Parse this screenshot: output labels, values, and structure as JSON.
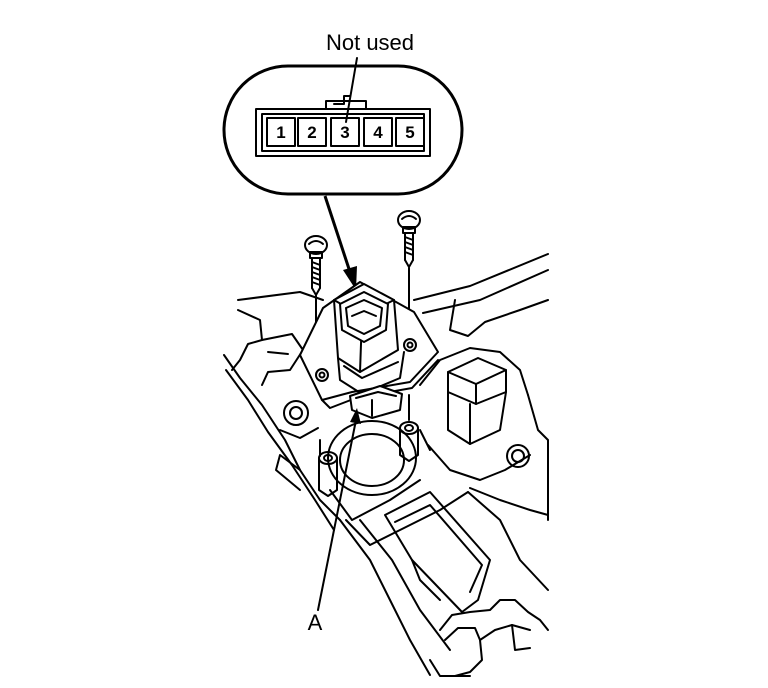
{
  "callouts": {
    "not_used": "Not used",
    "component_a": "A"
  },
  "connector": {
    "pins": [
      "1",
      "2",
      "3",
      "4",
      "5"
    ]
  }
}
